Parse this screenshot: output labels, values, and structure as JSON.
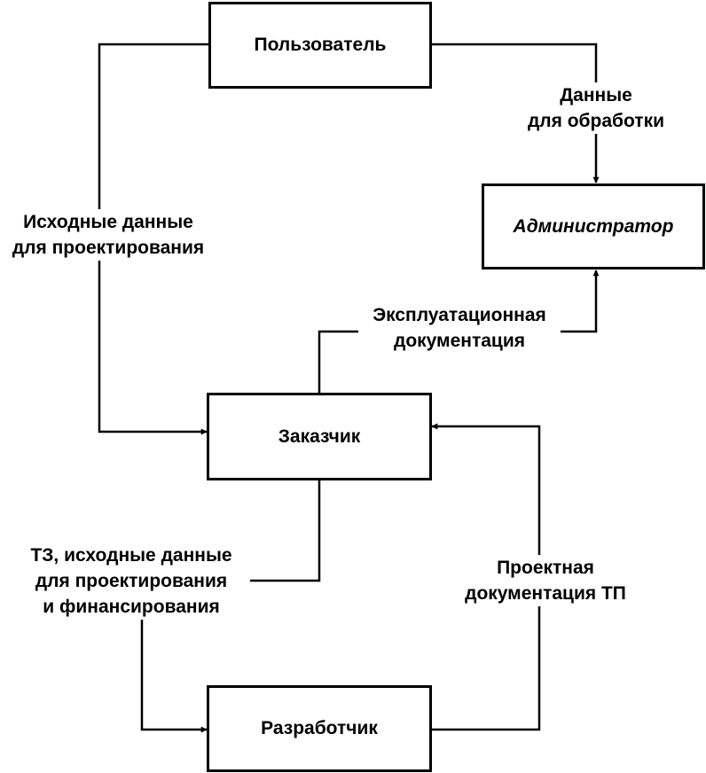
{
  "nodes": {
    "user": "Пользователь",
    "admin": "Администратор",
    "customer": "Заказчик",
    "developer": "Разработчик"
  },
  "edges": {
    "user_to_admin": [
      "Данные",
      "для обработки"
    ],
    "user_to_customer": [
      "Исходные  данные",
      "для проектирования"
    ],
    "customer_to_admin": [
      "Эксплуатационная",
      "документация"
    ],
    "customer_to_developer": [
      "ТЗ, исходные данные",
      "для проектирования",
      "и финансирования"
    ],
    "developer_to_customer": [
      "Проектная",
      "документация ТП"
    ]
  }
}
